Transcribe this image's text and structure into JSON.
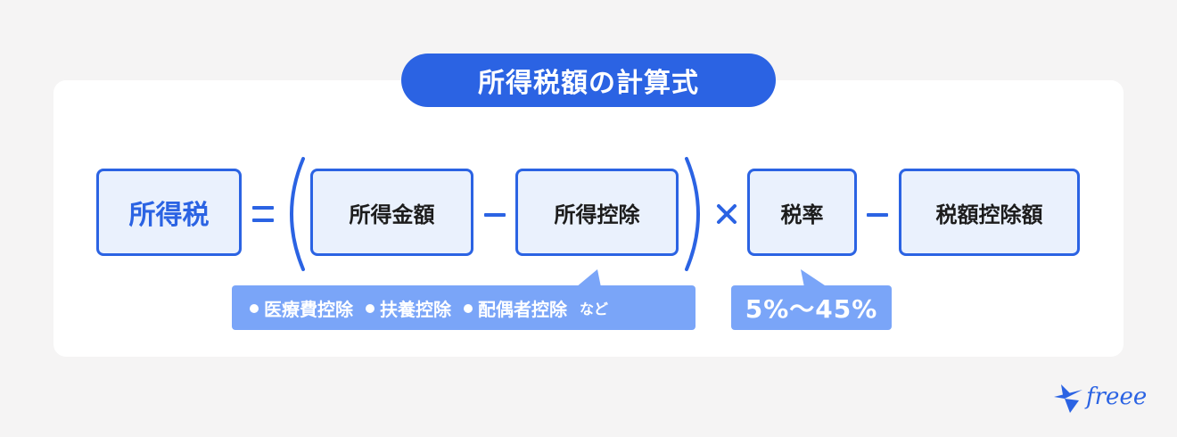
{
  "title": "所得税額の計算式",
  "formula": {
    "result": "所得税",
    "equals": "＝",
    "income": "所得金額",
    "minus1": "－",
    "deduction": "所得控除",
    "times": "×",
    "rate": "税率",
    "minus2": "－",
    "tax_credit": "税額控除額"
  },
  "deduction_note": {
    "items": [
      "医療費控除",
      "扶養控除",
      "配偶者控除"
    ],
    "suffix": "など"
  },
  "rate_note": "5%～45%",
  "logo": "freee",
  "colors": {
    "accent": "#2b63e3",
    "box_fill": "#eaf1fd",
    "note_fill": "#7aa5f8",
    "background": "#f5f4f4"
  }
}
